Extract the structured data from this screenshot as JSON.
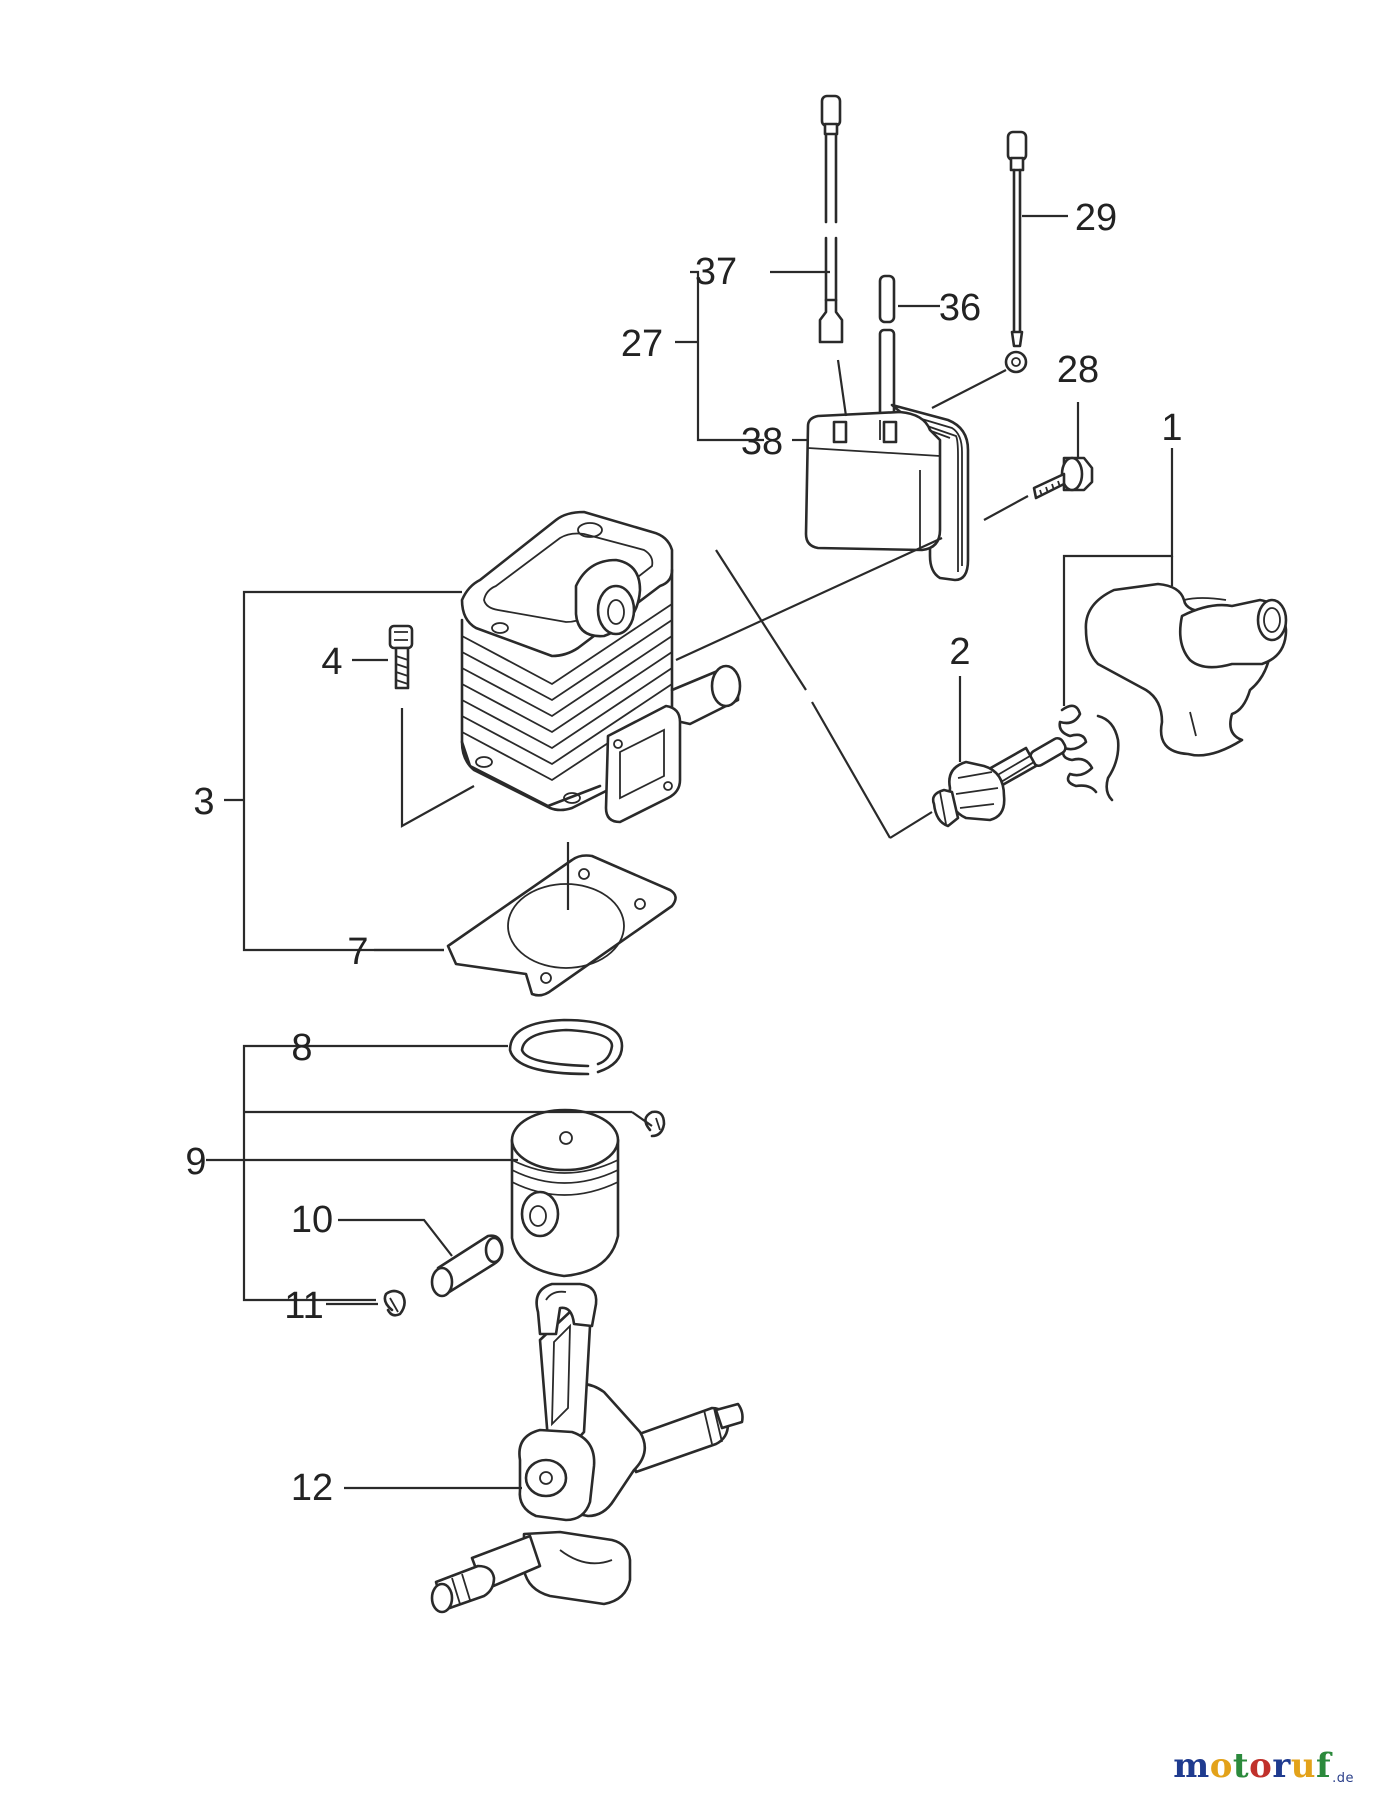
{
  "callouts": [
    {
      "id": "1",
      "label": "1"
    },
    {
      "id": "2",
      "label": "2"
    },
    {
      "id": "3",
      "label": "3"
    },
    {
      "id": "4",
      "label": "4"
    },
    {
      "id": "7",
      "label": "7"
    },
    {
      "id": "8",
      "label": "8"
    },
    {
      "id": "9",
      "label": "9"
    },
    {
      "id": "10",
      "label": "10"
    },
    {
      "id": "11",
      "label": "11"
    },
    {
      "id": "12",
      "label": "12"
    },
    {
      "id": "27",
      "label": "27"
    },
    {
      "id": "28",
      "label": "28"
    },
    {
      "id": "29",
      "label": "29"
    },
    {
      "id": "36",
      "label": "36"
    },
    {
      "id": "37",
      "label": "37"
    },
    {
      "id": "38",
      "label": "38"
    }
  ],
  "brand": {
    "letters": [
      "m",
      "o",
      "t",
      "o",
      "r",
      "u",
      "f"
    ],
    "letter_colors": [
      "#1f3b8f",
      "#e3a21a",
      "#2c8a3c",
      "#c0312b",
      "#1f3b8f",
      "#e3a21a",
      "#2c8a3c"
    ],
    "suffix": ".de"
  }
}
